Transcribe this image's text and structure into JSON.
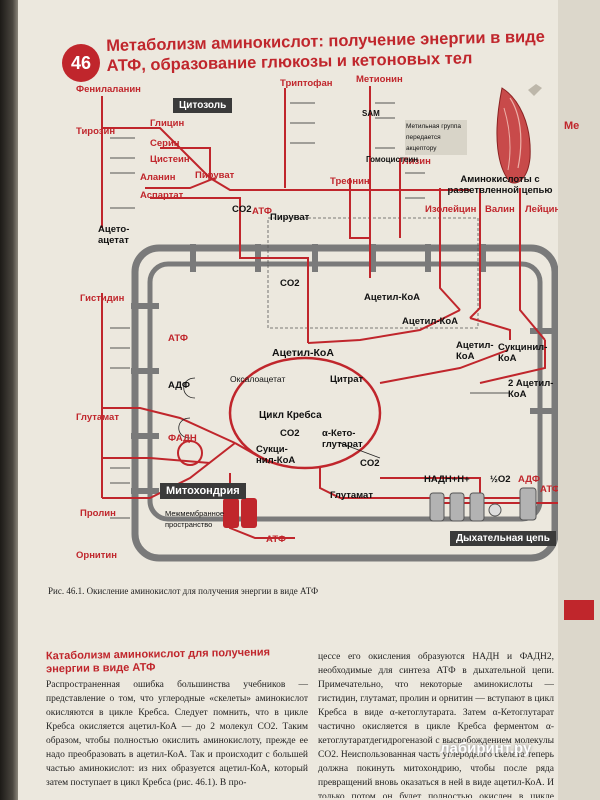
{
  "page": {
    "badge_number": "46",
    "title": "Метаболизм аминокислот: получение энергии в виде АТФ, образование глюкозы и кетоновых тел"
  },
  "diagram": {
    "compartments": {
      "cytosol": "Цитозоль",
      "mitochondria": "Митохондрия",
      "intermembrane": "Межмембранное пространство",
      "krebs": "Цикл Кребса",
      "resp_chain": "Дыхательная цепь"
    },
    "amino_acids": [
      "Фенилаланин",
      "Тирозин",
      "Глицин",
      "Серин",
      "Цистеин",
      "Аланин",
      "Аспартат",
      "Триптофан",
      "Метионин",
      "Треонин",
      "Лизин",
      "Изолейцин",
      "Валин",
      "Лейцин",
      "Гистидин",
      "Глутамат",
      "Пролин",
      "Орнитин"
    ],
    "metabolites": {
      "acetoacetate": "Ацето-ацетат",
      "pyruvate": "Пируват",
      "pyruvate2": "Пируват",
      "atp": "АТФ",
      "co2": "CO2",
      "acetyl_coa_top": "Ацетил-КоА",
      "acetyl_coa_main": "Ацетил-КоА",
      "acetyl_coa_right": "Ацетил-КоА",
      "acetyl_coa_2": "2 Ацетил-КоА",
      "succinyl_coa": "Сукцинил-КоА",
      "succinyl_coa_small": "Сукци-нил-КоА",
      "citrate": "Цитрат",
      "oxaloacetate": "Оксалоацетат",
      "alpha_kg": "α-Кето-глутарат",
      "glutamate": "Глутамат",
      "nadh": "НАДН+Н+",
      "half_o2": "½O2",
      "adp": "АДФ",
      "fadh": "ФАДН",
      "sam": "SAM",
      "homocysteine": "Гомоцистеин",
      "methyl_note": "Метильная группа передается акцептору",
      "branched": "Аминокислоты с разветвленной цепью"
    }
  },
  "caption": "Рис. 46.1. Окисление аминокислот для получения энергии в виде АТФ",
  "section": {
    "title": "Катаболизм аминокислот для получения энергии в виде АТФ",
    "left_text": "Распространенная ошибка большинства учебников — представление о том, что углеродные «скелеты» аминокислот окисляются в цикле Кребса. Следует помнить, что в цикле Кребса окисляется ацетил-КоА — до 2 молекул CO2. Таким образом, чтобы полностью окислить аминокислоту, прежде ее надо преобразовать в ацетил-КоА. Так и происходит с большей частью аминокислот: из них образуется ацетил-КоА, который затем поступает в цикл Кребса (рис. 46.1). В про-",
    "right_text": "цессе его окисления образуются НАДН и ФАДН2, необходимые для синтеза АТФ в дыхательной цепи. Примечательно, что некоторые аминокислоты — гистидин, глутамат, пролин и орнитин — вступают в цикл Кребса в виде α-кетоглутарата. Затем α-Кетоглутарат частично окисляется в цикле Кребса ферментом α-кетоглутаратдегидрогеназой с высвобождением молекулы CO2. Неиспользованная часть углеродного скелета теперь должна покинуть митохондрию, чтобы после ряда превращений вновь оказаться в ней в виде ацетил-КоА. И только потом он будет полностью окислен в цикле Кребса."
  },
  "watermark": "лабиринт.ру",
  "colors": {
    "accent": "#c0262c",
    "membrane": "#6f6f6f",
    "paper": "#ece8de"
  }
}
